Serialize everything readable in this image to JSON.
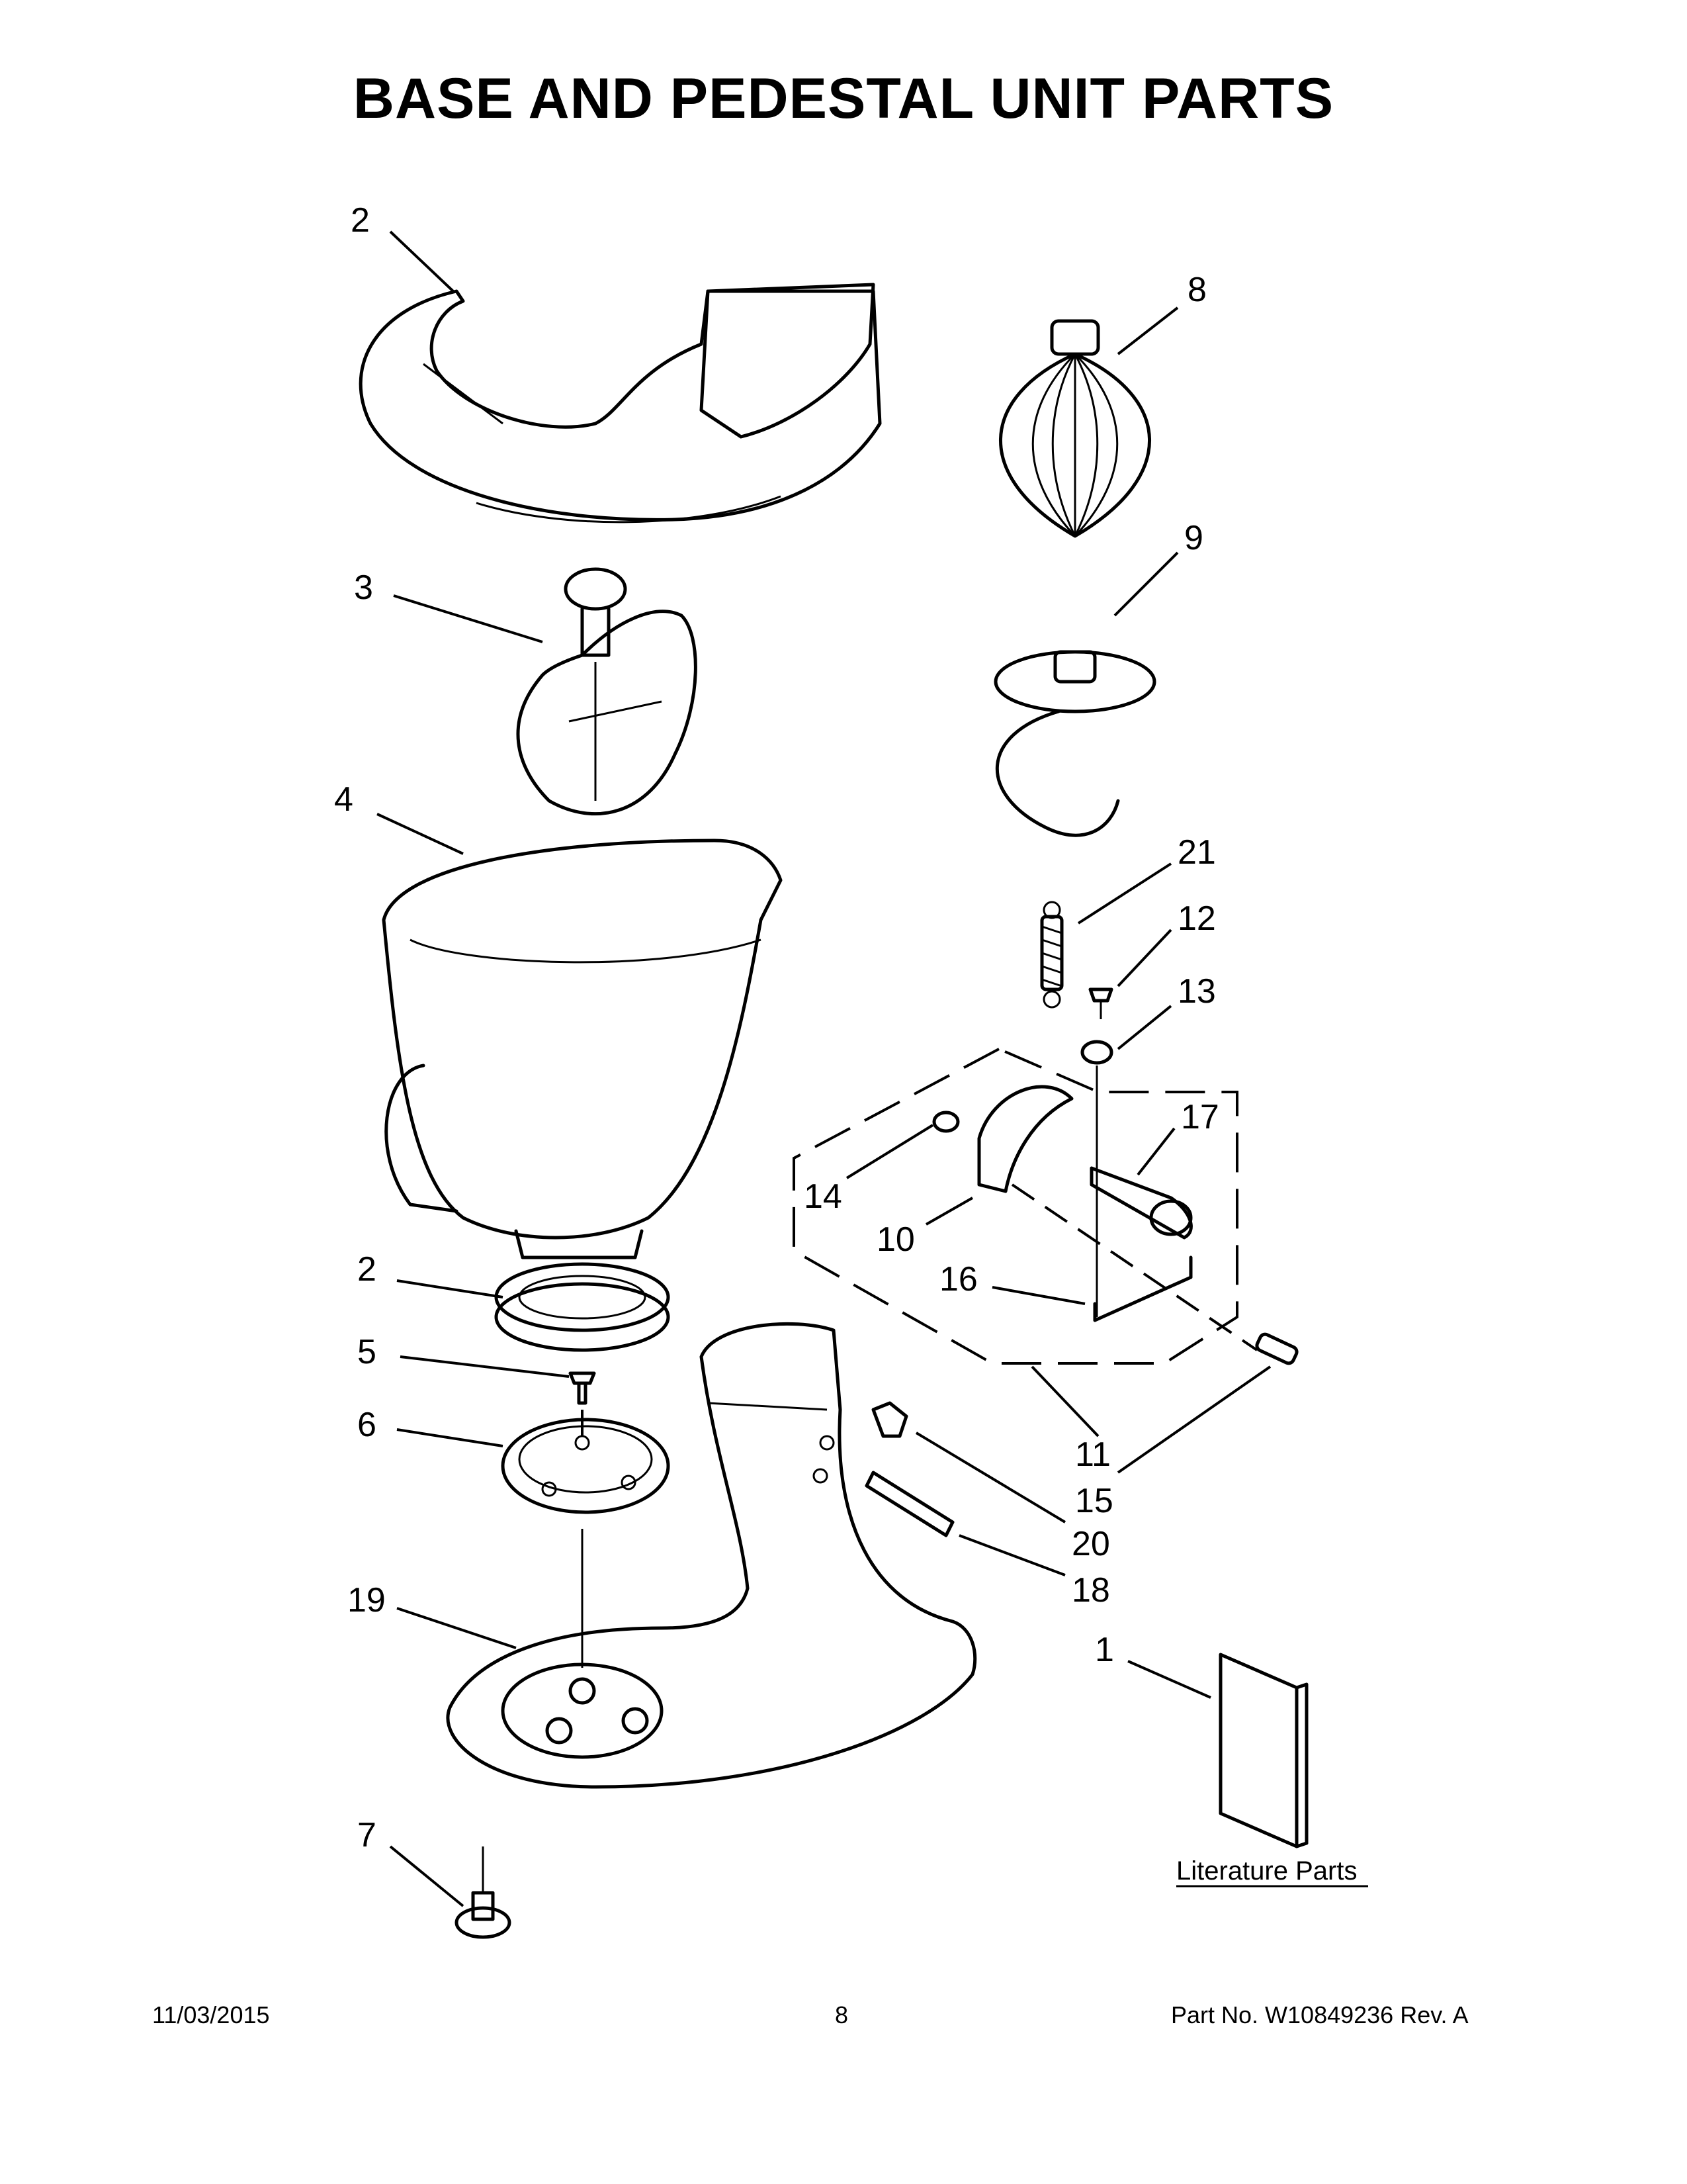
{
  "title": "BASE AND PEDESTAL UNIT PARTS",
  "callouts": [
    {
      "id": "c2a",
      "label": "2"
    },
    {
      "id": "c8",
      "label": "8"
    },
    {
      "id": "c3",
      "label": "3"
    },
    {
      "id": "c9",
      "label": "9"
    },
    {
      "id": "c4",
      "label": "4"
    },
    {
      "id": "c21",
      "label": "21"
    },
    {
      "id": "c12",
      "label": "12"
    },
    {
      "id": "c13",
      "label": "13"
    },
    {
      "id": "c17",
      "label": "17"
    },
    {
      "id": "c14",
      "label": "14"
    },
    {
      "id": "c10",
      "label": "10"
    },
    {
      "id": "c16",
      "label": "16"
    },
    {
      "id": "c2b",
      "label": "2"
    },
    {
      "id": "c5",
      "label": "5"
    },
    {
      "id": "c6",
      "label": "6"
    },
    {
      "id": "c11",
      "label": "11"
    },
    {
      "id": "c15",
      "label": "15"
    },
    {
      "id": "c20",
      "label": "20"
    },
    {
      "id": "c18",
      "label": "18"
    },
    {
      "id": "c19",
      "label": "19"
    },
    {
      "id": "c1",
      "label": "1"
    },
    {
      "id": "c7",
      "label": "7"
    }
  ],
  "literature_label": "Literature Parts",
  "footer": {
    "date": "11/03/2015",
    "page": "8",
    "part_number": "Part No.  W10849236  Rev.  A"
  }
}
